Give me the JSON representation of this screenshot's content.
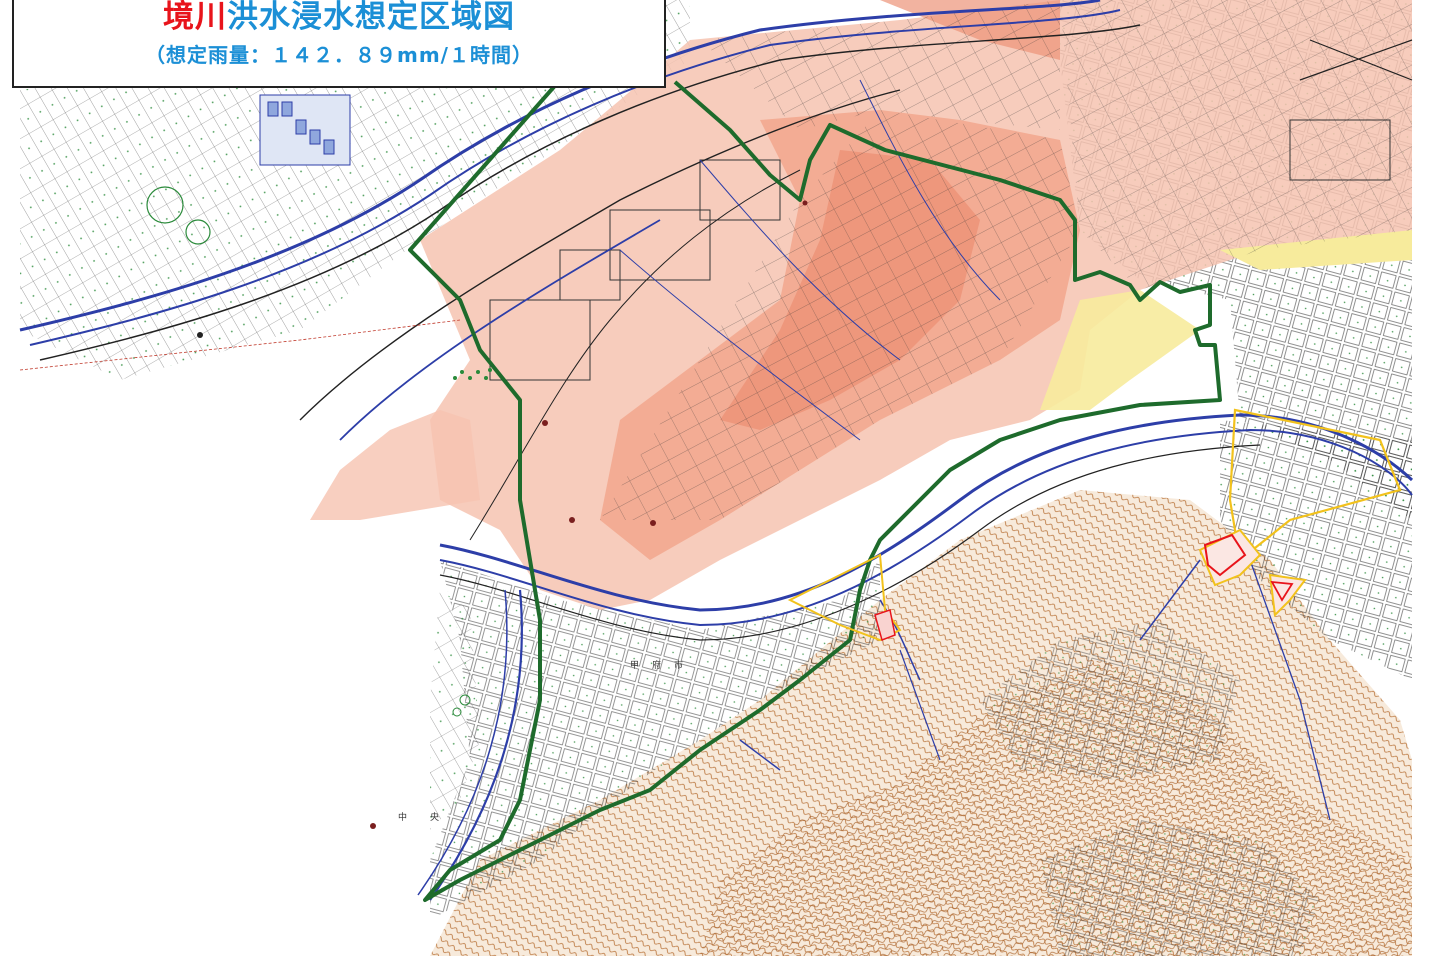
{
  "title": {
    "river_name": "境川",
    "main_text": "洪水浸水想定区域図",
    "subtitle": "（想定雨量：１４２．８９mm/１時間）"
  },
  "map": {
    "labels": {
      "chuo_1": "中",
      "chuo_2": "央",
      "kofu_1": "甲",
      "kofu_2": "府",
      "kofu_3": "市"
    },
    "colors": {
      "flood_light": "#f6c3b0",
      "flood_mid": "#f2a98f",
      "flood_dark": "#ec9378",
      "flood_edge_yellow": "#f7eb9c",
      "watershed_boundary": "#1e6b2c",
      "road_blue": "#2d3ea8",
      "contour_brown": "#a8622b",
      "hazard_yellow": "#f2c21c",
      "hazard_red": "#e8141b",
      "parcel_black": "#222222"
    },
    "icons": [
      "tree-symbol-icon",
      "point-marker-icon"
    ]
  }
}
